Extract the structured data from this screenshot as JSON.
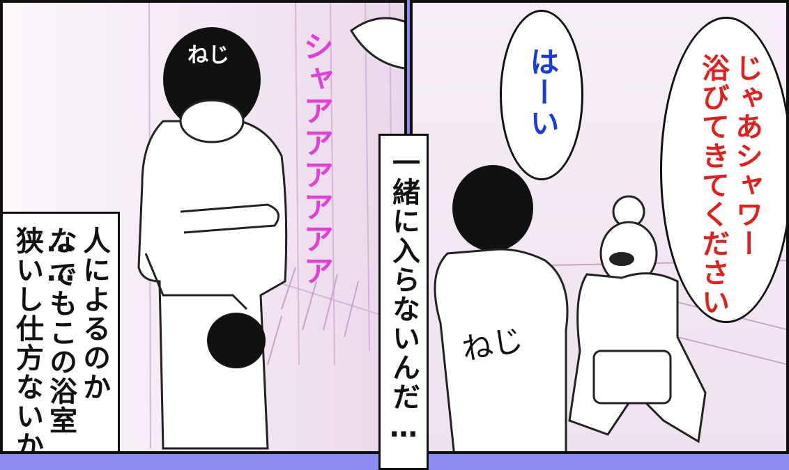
{
  "left_panel": {
    "narration": [
      "人によるのかな…",
      "…でもこの浴室",
      "狭いし仕方ないか"
    ],
    "sfx": "シャアアアアアア",
    "man_label": "ねじ"
  },
  "center_caption": "一緒に入らないんだ…",
  "right_panel": {
    "reply_bubble": "はーい",
    "request_bubble": [
      "じゃあシャワー",
      "浴びてきてください"
    ],
    "back_label": "ねじ"
  },
  "colors": {
    "frame_stripe": "#8c8cf0",
    "sfx_pink": "#e040d8",
    "request_red": "#e0201c",
    "reply_blue": "#1c3cd8"
  }
}
